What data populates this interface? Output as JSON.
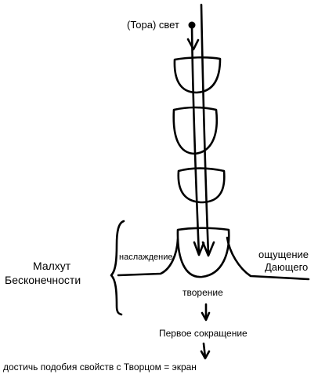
{
  "diagram": {
    "labels": {
      "torah_light": "(Тора) свет",
      "pleasure": "наслаждение",
      "malchut_line1": "Малхут",
      "malchut_line2": "Бесконечности",
      "feeling_line1": "ощущение",
      "feeling_line2": "Дающего",
      "creation": "творение",
      "first_restriction": "Первое сокращение",
      "goal": "достичь подобия свойств с Творцом = экран"
    },
    "colors": {
      "ink": "#000000",
      "background": "#ffffff"
    }
  }
}
